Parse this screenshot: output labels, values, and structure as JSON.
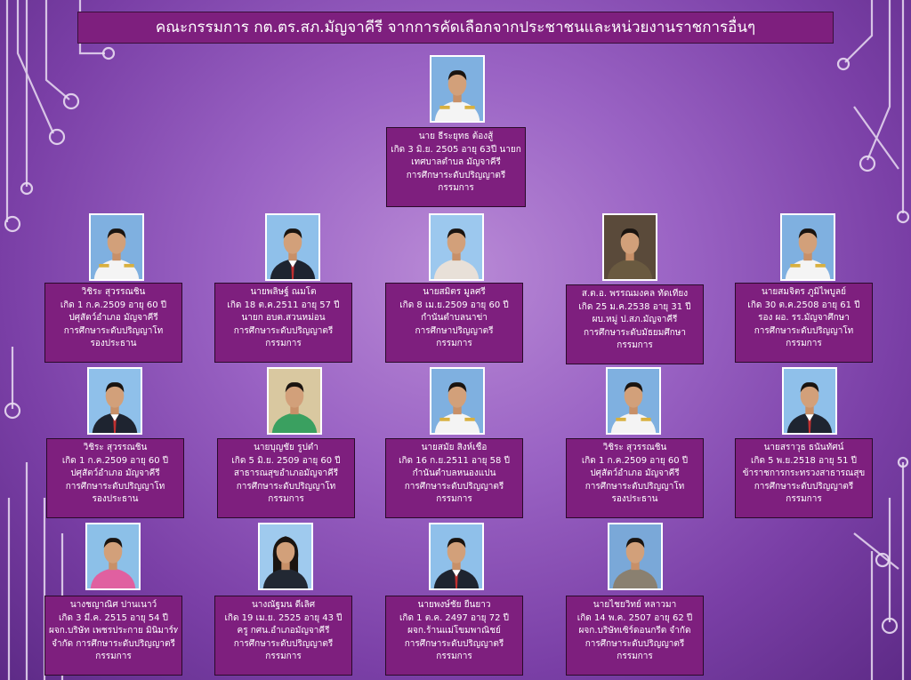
{
  "title": "คณะกรรมการ กต.ตร.สภ.มัญจาคีรี จากการคัดเลือกจากประชาชนและหน่วยงานราชการอื่นๆ",
  "colors": {
    "card_bg": "#7e1f7e",
    "text": "#ffffff"
  },
  "members": [
    {
      "id": "m0",
      "photo": "uniform-photo",
      "lines": [
        "นาย ธีระยุทธ ต้องสู้",
        "เกิด 3 มิ.ย. 2505 อายุ 63ปี นายก",
        "เทศบาลตำบล มัญจาคีรี",
        "การศึกษาระดับปริญญาตรี",
        "กรรมการ"
      ]
    },
    {
      "id": "m1",
      "photo": "uniform-photo",
      "lines": [
        "วิชิระ สุวรรณชิน",
        "เกิด 1 ก.ค.2509 อายุ 60 ปี",
        "ปศุสัตว์อำเภอ มัญจาคีรี",
        "การศึกษาระดับปริญญาโท",
        "รองประธาน"
      ]
    },
    {
      "id": "m2",
      "photo": "suit-photo",
      "lines": [
        "นายพลิษฐ์ ณมโต",
        "เกิด 18 ต.ค.2511 อายุ 57 ปี",
        "นายก อบต.สวนหม่อน",
        "การศึกษาระดับปริญญาตรี",
        "กรรมการ"
      ]
    },
    {
      "id": "m3",
      "photo": "shirt-photo",
      "lines": [
        "นายสมิตร มูลศรี",
        "เกิด 8 เม.ย.2509 อายุ 60 ปี",
        "กำนันตำบลนาข่า",
        "การศึกษาปริญญาตรี",
        "กรรมการ"
      ]
    },
    {
      "id": "m4",
      "photo": "casual-photo",
      "lines": [
        "ส.ต.อ. พรรณมงคล ทัดเที่ยง",
        "เกิด 25 ม.ค.2538 อายุ 31 ปี",
        "ผบ.หมู่ ป.สภ.มัญจาคีรี",
        "การศึกษาระดับมัธยมศึกษา",
        "กรรมการ"
      ]
    },
    {
      "id": "m5",
      "photo": "uniform-photo",
      "lines": [
        "นายสมจิตร ภูมิไพบูลย์",
        "เกิด 30 ต.ค.2508 อายุ 61 ปี",
        "รอง ผอ. รร.มัญจาศึกษา",
        "การศึกษาระดับปริญญาโท",
        "กรรมการ"
      ]
    },
    {
      "id": "m6",
      "photo": "suit-photo",
      "lines": [
        "วิชิระ สุวรรณชิน",
        "เกิด 1 ก.ค.2509 อายุ 60 ปี",
        "ปศุสัตว์อำเภอ มัญจาคีรี",
        "การศึกษาระดับปริญญาโท",
        "รองประธาน"
      ]
    },
    {
      "id": "m7",
      "photo": "green-photo",
      "lines": [
        "นายบุญชัย รูปต่ำ",
        "เกิด 5 มิ.ย. 2509 อายุ 60 ปี",
        "สาธารณสุขอำเภอมัญจาคีรี",
        "การศึกษาระดับปริญญาโท",
        "กรรมการ"
      ]
    },
    {
      "id": "m8",
      "photo": "uniform-photo",
      "lines": [
        "นายสมัย สิงห์เชื้อ",
        "เกิด 16 ก.ย.2511 อายุ 58 ปี",
        "กำนันตำบลหนองแปน",
        "การศึกษาระดับปริญญาตรี",
        "กรรมการ"
      ]
    },
    {
      "id": "m9",
      "photo": "uniform-photo",
      "lines": [
        "วิชิระ สุวรรณชิน",
        "เกิด 1 ก.ค.2509 อายุ 60 ปี",
        "ปศุสัตว์อำเภอ มัญจาคีรี",
        "การศึกษาระดับปริญญาโท",
        "รองประธาน"
      ]
    },
    {
      "id": "m10",
      "photo": "suit-photo",
      "lines": [
        "นายสราวุธ ธนันทัศน์",
        "เกิด 5 พ.ย.2518 อายุ 51 ปี",
        "ข้าราชการกระทรวงสาธารณสุข",
        "การศึกษาระดับปริญญาตรี",
        "กรรมการ"
      ]
    },
    {
      "id": "m11",
      "photo": "floral-photo",
      "lines": [
        "นางชญาณิศ ปานเนาว์",
        "เกิด 3 มี.ค. 2515 อายุ 54 ปี",
        "ผจก.บริษัท เพชรประกาย มินิมาร์ท",
        "จำกัด การศึกษาระดับปริญญาตรี",
        "กรรมการ"
      ]
    },
    {
      "id": "m12",
      "photo": "woman-photo",
      "lines": [
        "นางณัฐมน ดีเลิศ",
        "เกิด 19 เม.ย. 2525 อายุ 43 ปี",
        "ครู กศน.อำเภอมัญจาคีรี",
        "การศึกษาระดับปริญญาตรี",
        "กรรมการ"
      ]
    },
    {
      "id": "m13",
      "photo": "suit-photo",
      "lines": [
        "นายพงษ์ชัย ยืนยาว",
        "เกิด 1 ต.ค. 2497 อายุ 72 ปี",
        "ผจก.ร้านแม่โขมพาณิชย์",
        "การศึกษาระดับปริญญาตรี",
        "กรรมการ"
      ]
    },
    {
      "id": "m14",
      "photo": "plaid-photo",
      "lines": [
        "นายไชยวิทย์ หลาวมา",
        "เกิด 14 พ.ค. 2507 อายุ 62 ปี",
        "ผจก.บริษัทเซิร์ดอนกรีต จำกัด",
        "การศึกษาระดับปริญญาตรี",
        "กรรมการ"
      ]
    }
  ]
}
